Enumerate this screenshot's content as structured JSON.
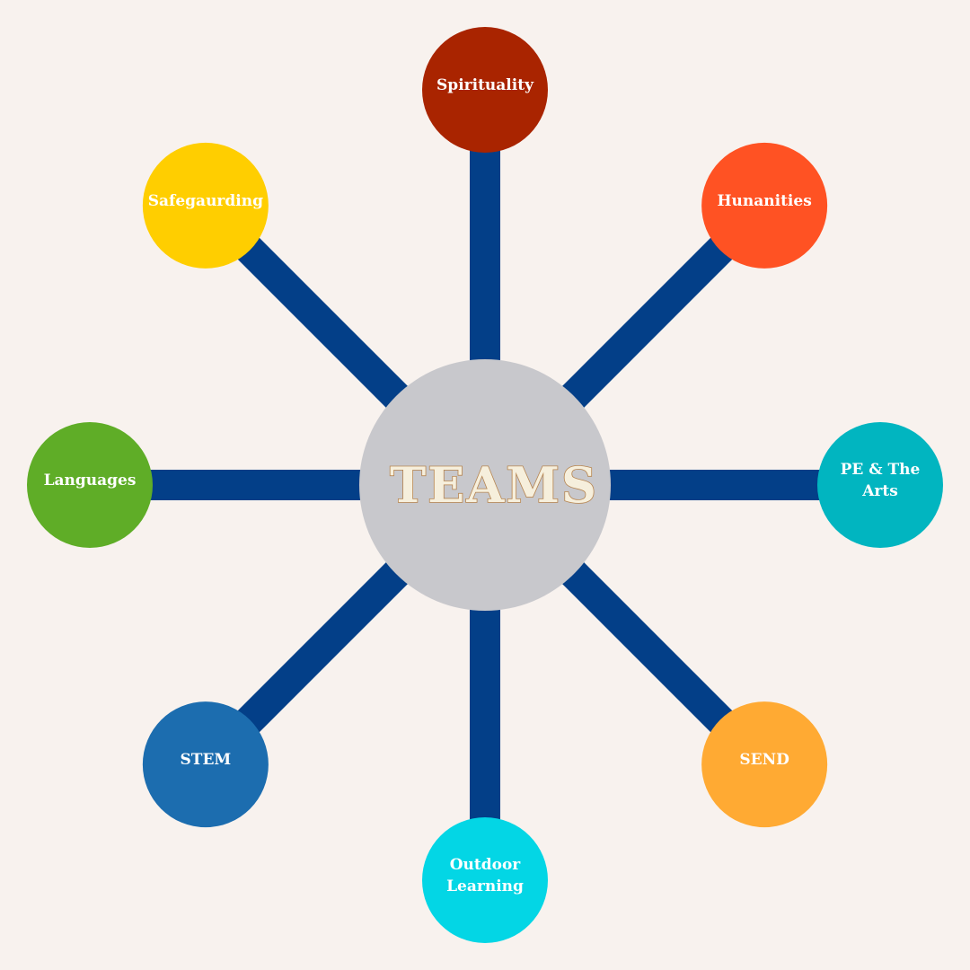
{
  "hub": {
    "label": "TEAMS",
    "color": "#c8c8cc"
  },
  "spoke_color": "#033f88",
  "nodes": [
    {
      "id": "spirituality",
      "label_lines": [
        "Spirituality"
      ],
      "color": "#a92400"
    },
    {
      "id": "hunanities",
      "label_lines": [
        "Hunanities"
      ],
      "color": "#ff5223"
    },
    {
      "id": "pe-the-arts",
      "label_lines": [
        "PE & The",
        "Arts"
      ],
      "color": "#01b5c0"
    },
    {
      "id": "send",
      "label_lines": [
        "SEND"
      ],
      "color": "#ffaa33"
    },
    {
      "id": "outdoor-learning",
      "label_lines": [
        "Outdoor",
        "Learning"
      ],
      "color": "#03d6e5"
    },
    {
      "id": "stem",
      "label_lines": [
        "STEM"
      ],
      "color": "#1c6daf"
    },
    {
      "id": "languages",
      "label_lines": [
        "Languages"
      ],
      "color": "#5fad27"
    },
    {
      "id": "safegaurding",
      "label_lines": [
        "Safegaurding"
      ],
      "color": "#ffce00"
    }
  ]
}
